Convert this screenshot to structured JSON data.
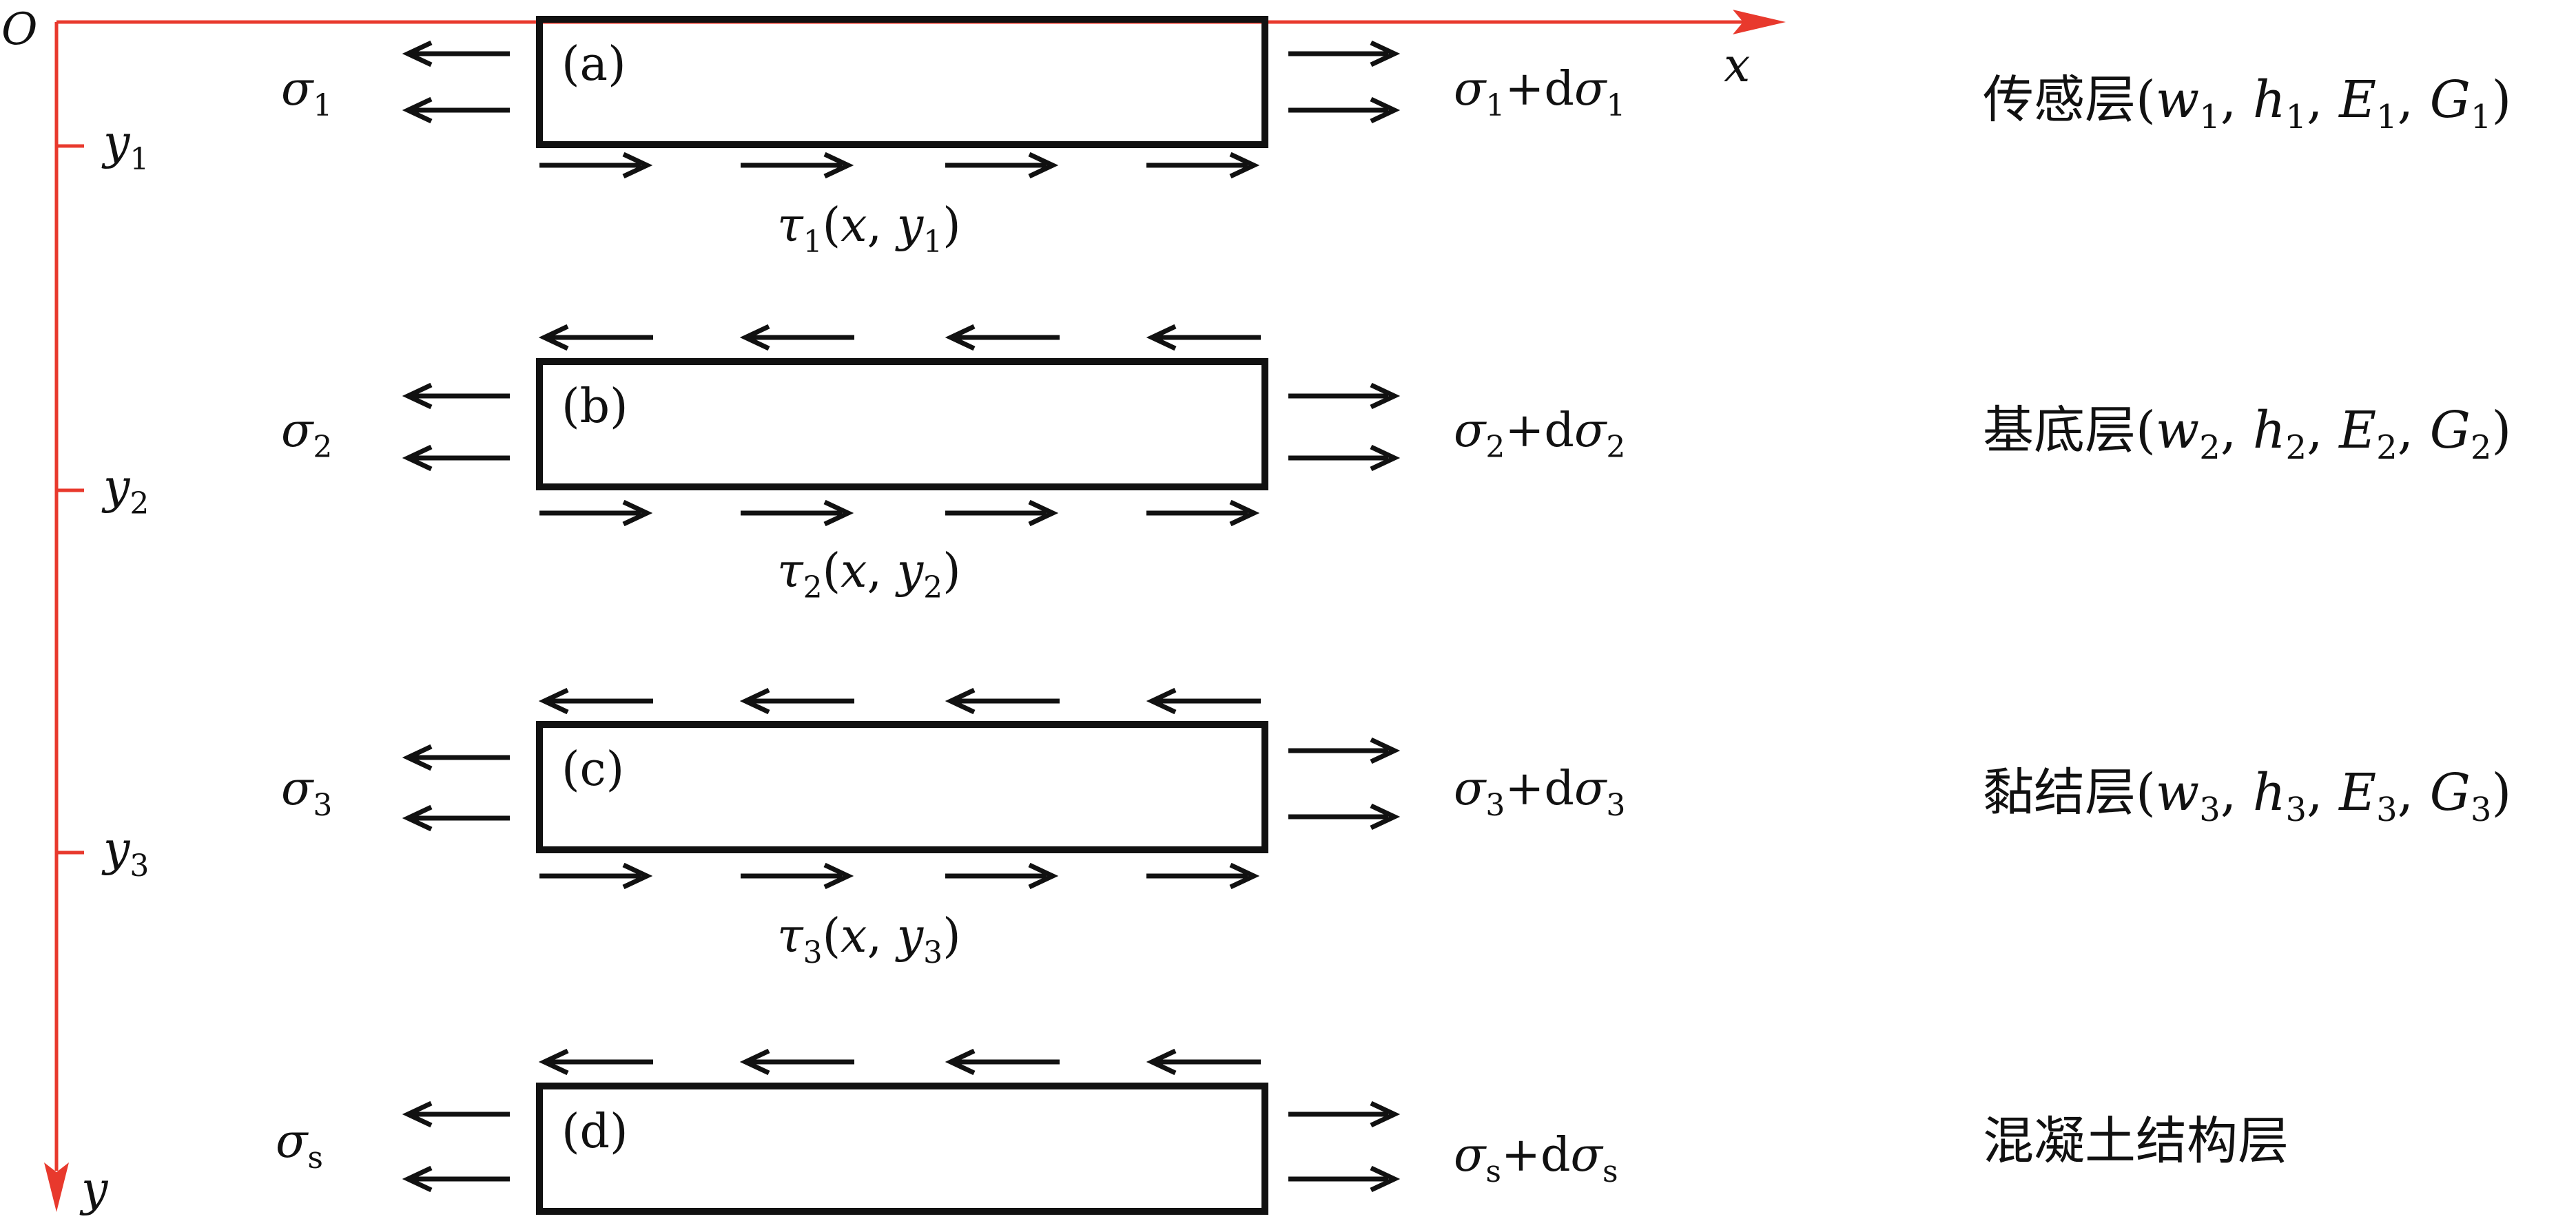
{
  "colors": {
    "axis": "#e8392d",
    "ink": "#111111",
    "background": "#ffffff"
  },
  "axes": {
    "origin": "O",
    "x_label": "x",
    "y_label": "y",
    "y_ticks": [
      {
        "sym": "y",
        "sub": "1"
      },
      {
        "sym": "y",
        "sub": "2"
      },
      {
        "sym": "y",
        "sub": "3"
      }
    ]
  },
  "layers": [
    {
      "tag": "(a)",
      "left": {
        "sym": "σ",
        "sub": "1"
      },
      "right": {
        "sym": "σ",
        "sub": "1",
        "plus": "+d",
        "sym2": "σ",
        "sub2": "1"
      },
      "shear": {
        "sym": "τ",
        "sub": "1",
        "open": "(",
        "x": "x",
        "comma": ", ",
        "y": "y",
        "ysub": "1",
        "close": ")"
      },
      "name": "传感层",
      "params": {
        "open": "(",
        "w": "w",
        "ws": "1",
        "h": "h",
        "hs": "1",
        "E": "E",
        "Es": "1",
        "G": "G",
        "Gs": "1",
        "close": ")",
        "sep": ", "
      }
    },
    {
      "tag": "(b)",
      "left": {
        "sym": "σ",
        "sub": "2"
      },
      "right": {
        "sym": "σ",
        "sub": "2",
        "plus": "+d",
        "sym2": "σ",
        "sub2": "2"
      },
      "shear": {
        "sym": "τ",
        "sub": "2",
        "open": "(",
        "x": "x",
        "comma": ", ",
        "y": "y",
        "ysub": "2",
        "close": ")"
      },
      "name": "基底层",
      "params": {
        "open": "(",
        "w": "w",
        "ws": "2",
        "h": "h",
        "hs": "2",
        "E": "E",
        "Es": "2",
        "G": "G",
        "Gs": "2",
        "close": ")",
        "sep": ", "
      }
    },
    {
      "tag": "(c)",
      "left": {
        "sym": "σ",
        "sub": "3"
      },
      "right": {
        "sym": "σ",
        "sub": "3",
        "plus": "+d",
        "sym2": "σ",
        "sub2": "3"
      },
      "shear": {
        "sym": "τ",
        "sub": "3",
        "open": "(",
        "x": "x",
        "comma": ", ",
        "y": "y",
        "ysub": "3",
        "close": ")"
      },
      "name": "黏结层",
      "params": {
        "open": "(",
        "w": "w",
        "ws": "3",
        "h": "h",
        "hs": "3",
        "E": "E",
        "Es": "3",
        "G": "G",
        "Gs": "3",
        "close": ")",
        "sep": ", "
      }
    },
    {
      "tag": "(d)",
      "left": {
        "sym": "σ",
        "sub": "s"
      },
      "right": {
        "sym": "σ",
        "sub": "s",
        "plus": "+d",
        "sym2": "σ",
        "sub2": "s"
      },
      "name": "混凝土结构层"
    }
  ]
}
